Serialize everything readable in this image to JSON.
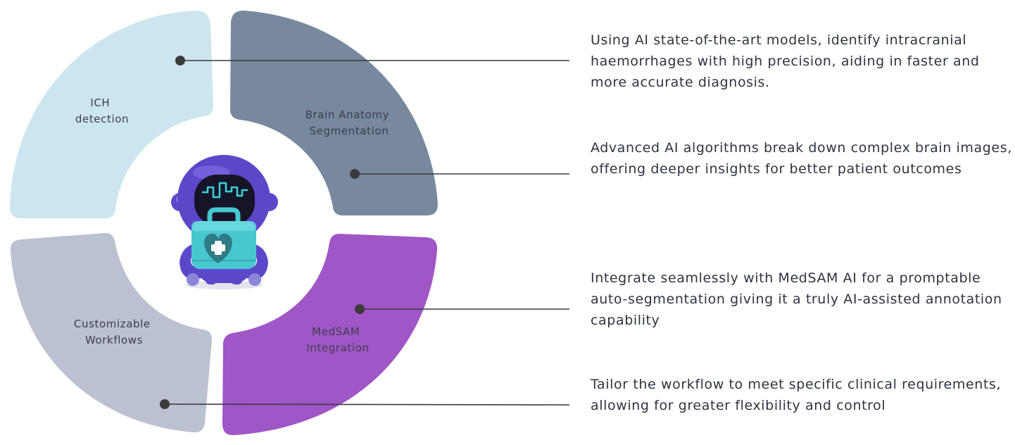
{
  "segments": [
    {
      "id": "ich",
      "label_lines": [
        "ICH",
        "detection"
      ],
      "color": "#cde5ee",
      "description": "Using AI state-of-the-art models, identify intracranial haemorrhages with high precision, aiding in faster and more accurate diagnosis."
    },
    {
      "id": "brain",
      "label_lines": [
        "Brain Anatomy",
        "Segmentation"
      ],
      "color": "#77889f",
      "description": "Advanced AI algorithms break down complex brain images, offering deeper insights for better patient outcomes"
    },
    {
      "id": "medsam",
      "label_lines": [
        "MedSAM",
        "Integration"
      ],
      "color": "#a056c6",
      "description": "Integrate seamlessly with MedSAM AI for a promptable auto-segmentation giving it a truly AI-assisted annotation capability"
    },
    {
      "id": "workflows",
      "label_lines": [
        "Customizable",
        "Workflows"
      ],
      "color": "#bbc1d1",
      "description": "Tailor the workflow to meet specific clinical requirements, allowing for greater flexibility and control"
    }
  ],
  "connector_color": "#3b3b3b",
  "robot": {
    "body_color": "#5b48c9",
    "visor_color": "#161527",
    "kit_color": "#48c7cf",
    "heart_color": "#2f7b86"
  }
}
